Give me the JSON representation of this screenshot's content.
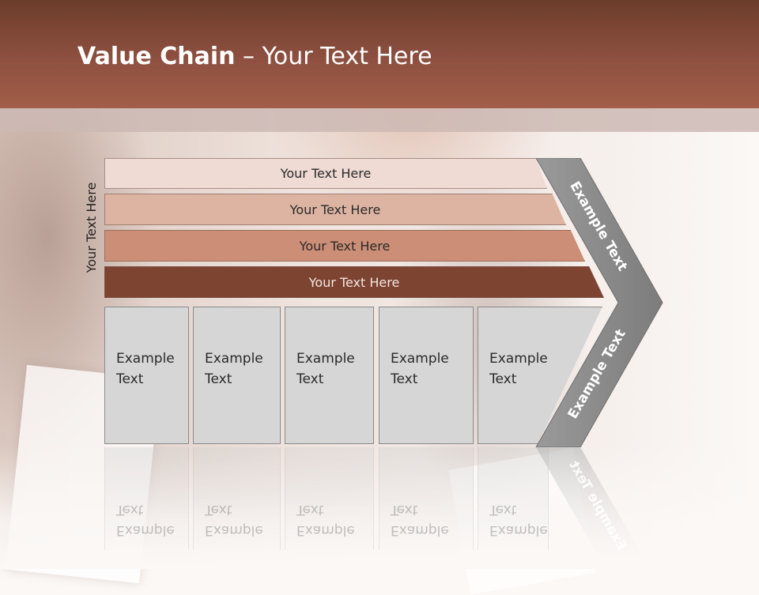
{
  "title": {
    "bold": "Value Chain",
    "rest": " – Your Text Here"
  },
  "side_label": "Your Text Here",
  "support_bars": [
    "Your Text Here",
    "Your Text Here",
    "Your Text Here",
    "Your Text Here"
  ],
  "primary_boxes": [
    {
      "line1": "Example",
      "line2": "Text"
    },
    {
      "line1": "Example",
      "line2": "Text"
    },
    {
      "line1": "Example",
      "line2": "Text"
    },
    {
      "line1": "Example",
      "line2": "Text"
    },
    {
      "line1": "Example",
      "line2": "Text"
    }
  ],
  "margin_arrow": {
    "upper_label": "Example Text",
    "lower_label": "Example Text"
  },
  "colors": {
    "header": "#8e5040",
    "bar1": "#efdbd4",
    "bar2": "#ddb3a2",
    "bar3": "#cc8e76",
    "bar4": "#7d4432",
    "box": "#d6d6d6",
    "chevron": "#8a8a8a"
  }
}
